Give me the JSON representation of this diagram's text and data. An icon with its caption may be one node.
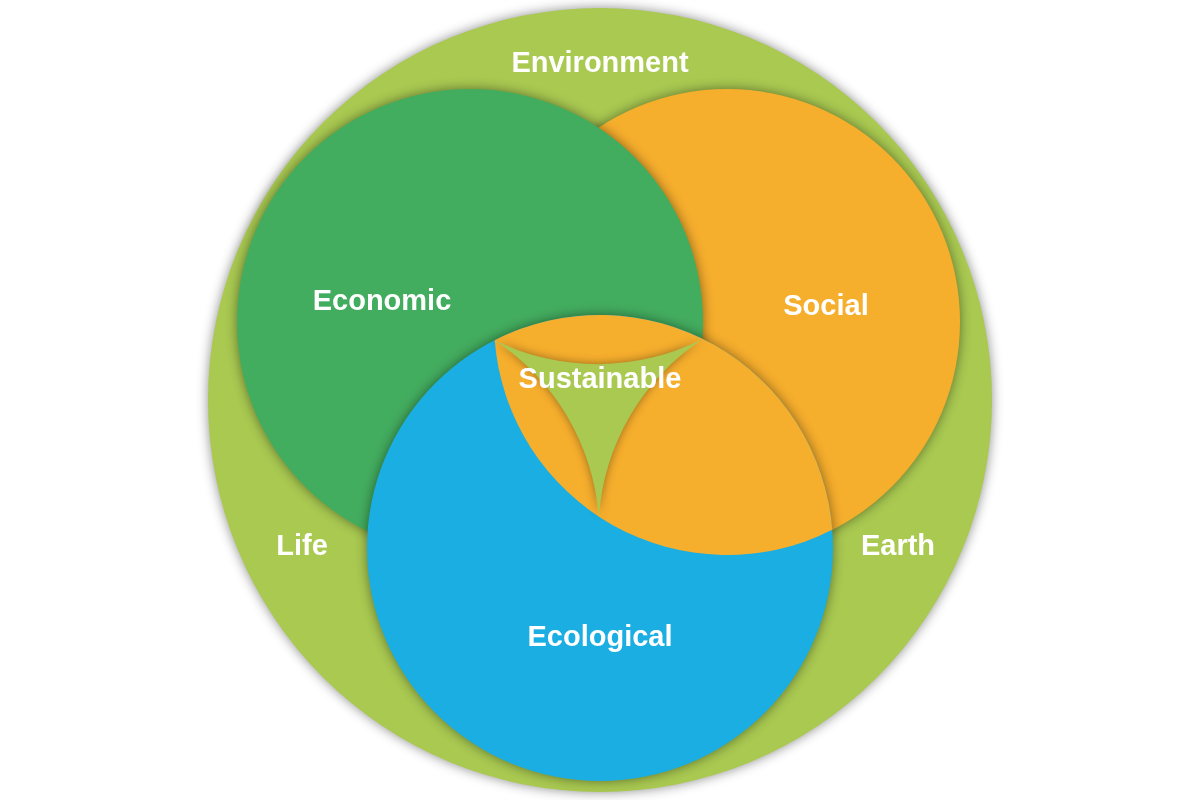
{
  "diagram": {
    "nodes": [
      {
        "text": [
          "Environment",
          "Life",
          "Earth"
        ]
      },
      {
        "text": [
          "Economic"
        ],
        "in": 0
      },
      {
        "text": [
          "Social"
        ],
        "in": 0
      },
      {
        "text": [
          "Ecological"
        ],
        "in": 0
      },
      {
        "text": [
          "Sustainable"
        ]
      }
    ]
  }
}
